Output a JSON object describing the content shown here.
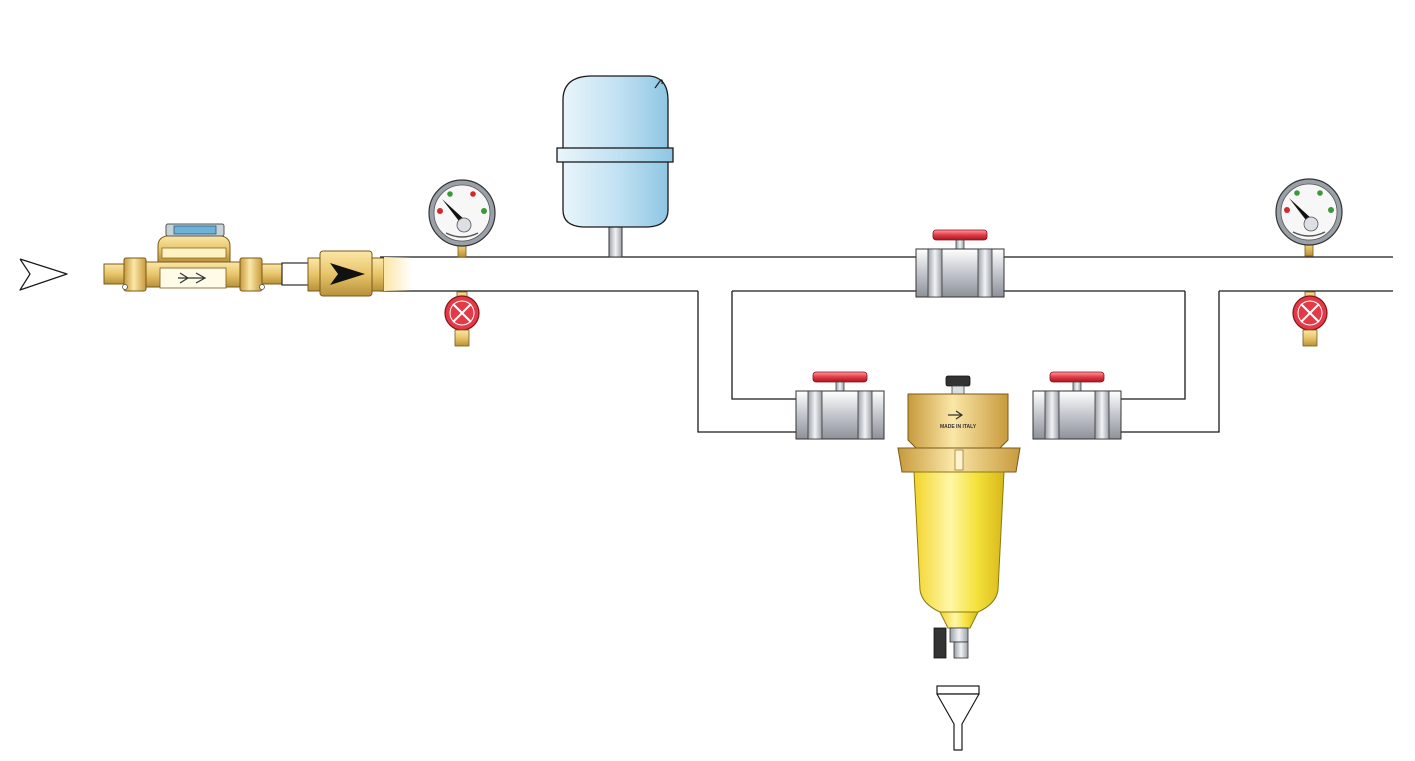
{
  "diagram": {
    "filter_text": "MADE IN ITALY",
    "components": [
      {
        "id": "inlet-arrow",
        "icon": "flow-direction-arrow-icon"
      },
      {
        "id": "water-meter",
        "icon": "water-meter-icon"
      },
      {
        "id": "check-valve",
        "icon": "check-valve-icon"
      },
      {
        "id": "pressure-gauge-inlet",
        "icon": "pressure-gauge-icon"
      },
      {
        "id": "drain-valve-inlet",
        "icon": "drain-valve-icon"
      },
      {
        "id": "expansion-vessel",
        "icon": "expansion-vessel-icon"
      },
      {
        "id": "bypass-valve",
        "icon": "ball-valve-icon"
      },
      {
        "id": "filter-inlet-valve",
        "icon": "ball-valve-icon"
      },
      {
        "id": "filter-outlet-valve",
        "icon": "ball-valve-icon"
      },
      {
        "id": "dirt-separator-filter",
        "icon": "filter-cartridge-icon"
      },
      {
        "id": "drain-funnel",
        "icon": "drain-funnel-icon"
      },
      {
        "id": "pressure-gauge-outlet",
        "icon": "pressure-gauge-icon"
      },
      {
        "id": "drain-valve-outlet",
        "icon": "drain-valve-icon"
      }
    ],
    "colors": {
      "pipe_outline": "#1a1a1a",
      "brass": "#e8c56a",
      "brass_dark": "#b8913a",
      "valve_body": "#c8cbd1",
      "valve_handle": "#e23b47",
      "vessel": "#bfe0f2",
      "filter_bowl": "#f4e13a",
      "gauge_red": "#d22a2a",
      "gauge_green": "#3a9a3a"
    }
  }
}
